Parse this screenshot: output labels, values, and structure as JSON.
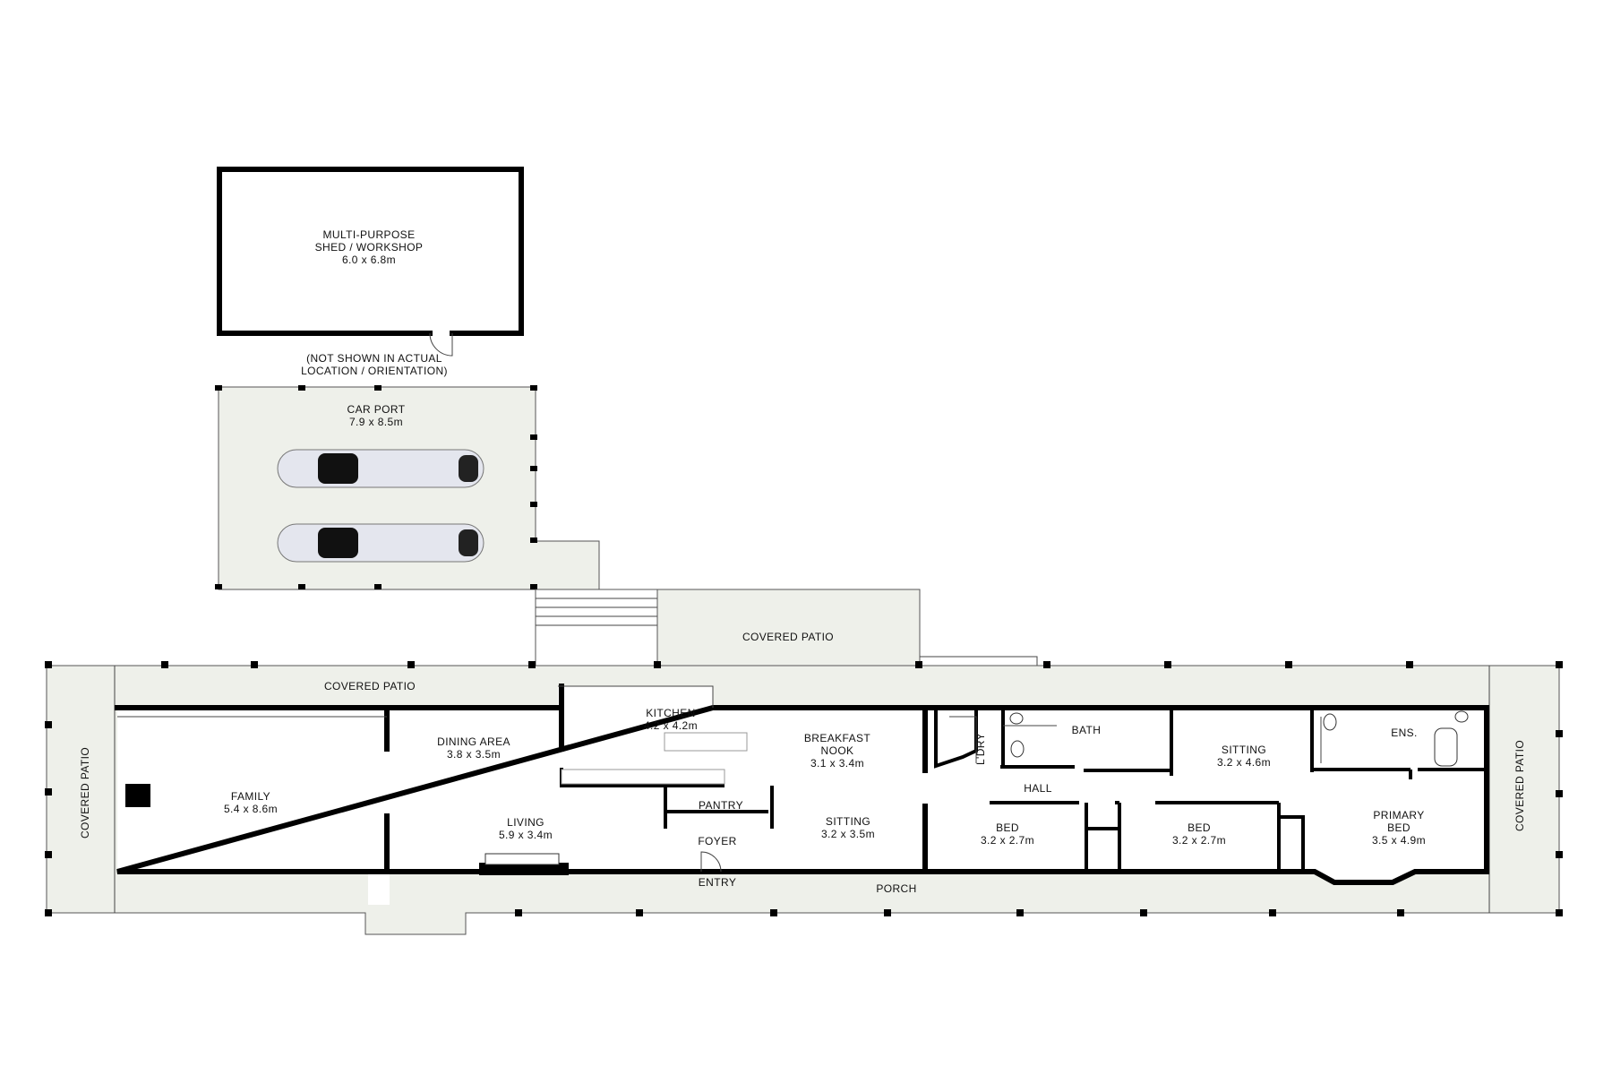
{
  "shed": {
    "line1": "MULTI-PURPOSE",
    "line2": "SHED / WORKSHOP",
    "size": "6.0 x 6.8m"
  },
  "note": {
    "line1": "(NOT SHOWN IN ACTUAL",
    "line2": "LOCATION / ORIENTATION)"
  },
  "carport": {
    "name": "CAR PORT",
    "size": "7.9 x 8.5m"
  },
  "patio_top": "COVERED PATIO",
  "patio_main": "COVERED PATIO",
  "patio_left": "COVERED PATIO",
  "patio_right": "COVERED PATIO",
  "rooms": {
    "family": {
      "name": "FAMILY",
      "size": "5.4 x 8.6m"
    },
    "dining": {
      "name": "DINING AREA",
      "size": "3.8 x 3.5m"
    },
    "kitchen": {
      "name": "KITCHEN",
      "size": "4.2 x 4.2m"
    },
    "nook": {
      "line1": "BREAKFAST",
      "line2": "NOOK",
      "size": "3.1 x 3.4m"
    },
    "pantry": {
      "name": "PANTRY"
    },
    "living": {
      "name": "LIVING",
      "size": "5.9 x 3.4m"
    },
    "foyer": {
      "name": "FOYER"
    },
    "entry": {
      "name": "ENTRY"
    },
    "sitting1": {
      "name": "SITTING",
      "size": "3.2 x 3.5m"
    },
    "porch": {
      "name": "PORCH"
    },
    "laundry": {
      "name": "L'DRY"
    },
    "bath": {
      "name": "BATH"
    },
    "hall": {
      "name": "HALL"
    },
    "sitting2": {
      "name": "SITTING",
      "size": "3.2 x 4.6m"
    },
    "ensuite": {
      "name": "ENS."
    },
    "bed1": {
      "name": "BED",
      "size": "3.2 x 2.7m"
    },
    "bed2": {
      "name": "BED",
      "size": "3.2 x 2.7m"
    },
    "primary": {
      "line1": "PRIMARY",
      "line2": "BED",
      "size": "3.5 x 4.9m"
    }
  },
  "colors": {
    "patio": "#eef0ea",
    "wall": "#000000"
  }
}
